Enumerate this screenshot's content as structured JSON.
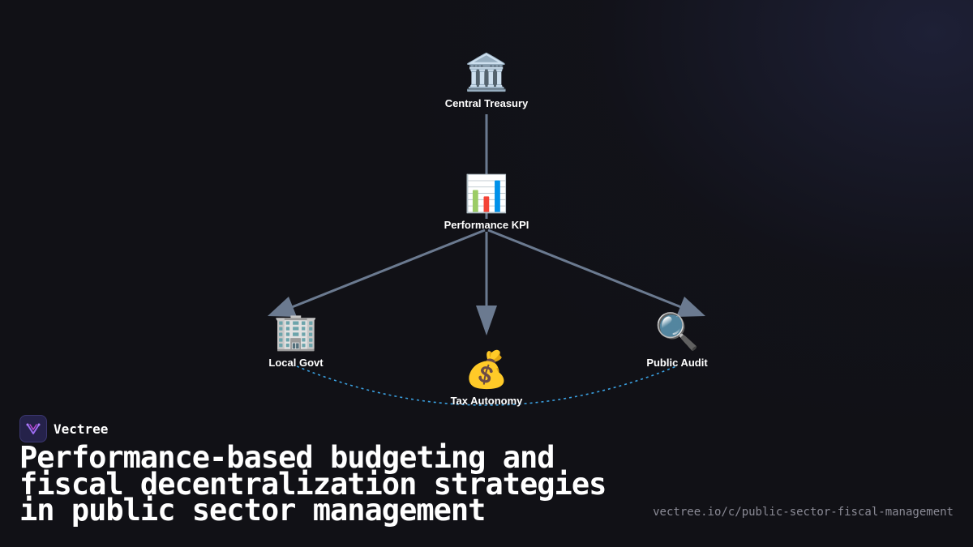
{
  "nodes": {
    "central_treasury": {
      "icon": "🏛️",
      "icon_name": "bank-building-icon",
      "label": "Central Treasury"
    },
    "performance_kpi": {
      "icon": "📊",
      "icon_name": "bar-chart-icon",
      "label": "Performance KPI"
    },
    "local_govt": {
      "icon": "🏢",
      "icon_name": "office-building-icon",
      "label": "Local Govt"
    },
    "tax_autonomy": {
      "icon": "💰",
      "icon_name": "money-bag-icon",
      "label": "Tax Autonomy"
    },
    "public_audit": {
      "icon": "🔍",
      "icon_name": "magnifier-icon",
      "label": "Public Audit"
    }
  },
  "edges": [
    {
      "from": "central_treasury",
      "to": "performance_kpi",
      "style": "solid"
    },
    {
      "from": "performance_kpi",
      "to": "local_govt",
      "style": "arrow"
    },
    {
      "from": "performance_kpi",
      "to": "tax_autonomy",
      "style": "arrow"
    },
    {
      "from": "performance_kpi",
      "to": "public_audit",
      "style": "arrow"
    },
    {
      "from": "local_govt",
      "to": "public_audit",
      "style": "dashed-curve",
      "via": "tax_autonomy"
    }
  ],
  "colors": {
    "edge": "#6b7a90",
    "dashed_link": "#3aa0e0",
    "background": "#111116"
  },
  "brand": {
    "name": "Vectree"
  },
  "title": "Performance-based budgeting and fiscal decentralization strategies in public sector management",
  "url": "vectree.io/c/public-sector-fiscal-management"
}
